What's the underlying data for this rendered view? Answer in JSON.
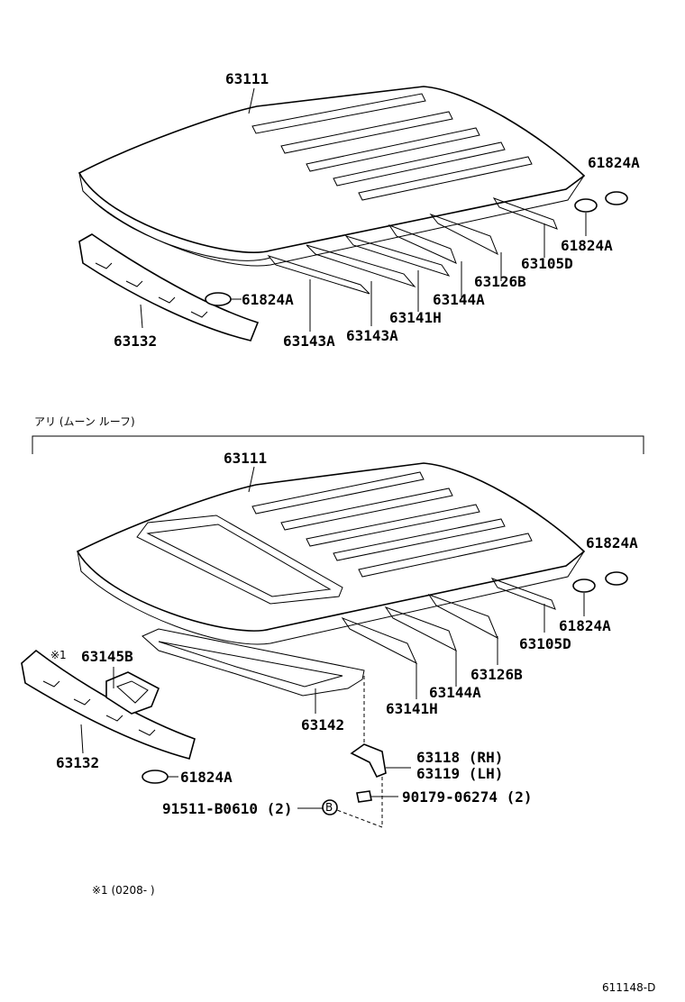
{
  "upper": {
    "roof_panel": "63111",
    "header_front": "63132",
    "plug_a": "61824A",
    "plug_b": "61824A",
    "plug_c": "61824A",
    "bow_rear": "63105D",
    "bow_1": "63126B",
    "bow_2": "63144A",
    "bow_3": "63141H",
    "bow_4": "63143A",
    "bow_5": "63143A"
  },
  "section_title": "アリ (ムーン ルーフ)",
  "lower": {
    "roof_panel": "63111",
    "header_front": "63132",
    "bracket_mark": "※1",
    "bracket": "63145B",
    "plug_a": "61824A",
    "plug_b": "61824A",
    "plug_c": "61824A",
    "bow_rear": "63105D",
    "bow_1": "63126B",
    "bow_2": "63144A",
    "bow_3": "63141H",
    "reinforcement": "63142",
    "bracket_rh": "63118 (RH)",
    "bracket_lh": "63119 (LH)",
    "screw": "90179-06274 (2)",
    "bolt": "91511-B0610 (2)",
    "bolt_mark": "B"
  },
  "footnote": "※1 (0208-      )",
  "figure_id": "611148-D"
}
